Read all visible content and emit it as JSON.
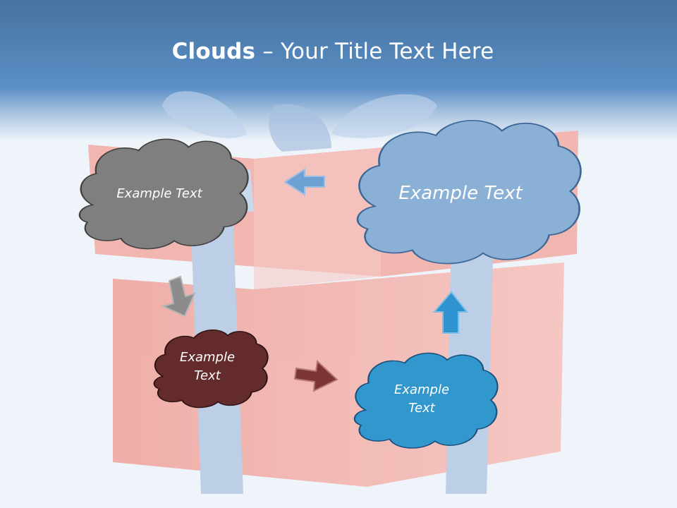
{
  "slide": {
    "title_bold": "Clouds",
    "title_separator": " – ",
    "title_rest": "Your Title Text Here"
  },
  "clouds": [
    {
      "name": "gray",
      "text": "Example Text",
      "color": "#7f7f7f"
    },
    {
      "name": "blue-large",
      "text": "Example Text",
      "color": "#8ab0d6"
    },
    {
      "name": "maroon",
      "text": "Example Text",
      "color": "#632b2b"
    },
    {
      "name": "teal",
      "text": "Example Text",
      "color": "#3297cc"
    }
  ],
  "colors": {
    "header": "#5a8ec4",
    "background": "#eff4fa",
    "gift_box": "#f3b7b1",
    "ribbon": "#b6cbe3",
    "outline": "#3c5a80"
  }
}
